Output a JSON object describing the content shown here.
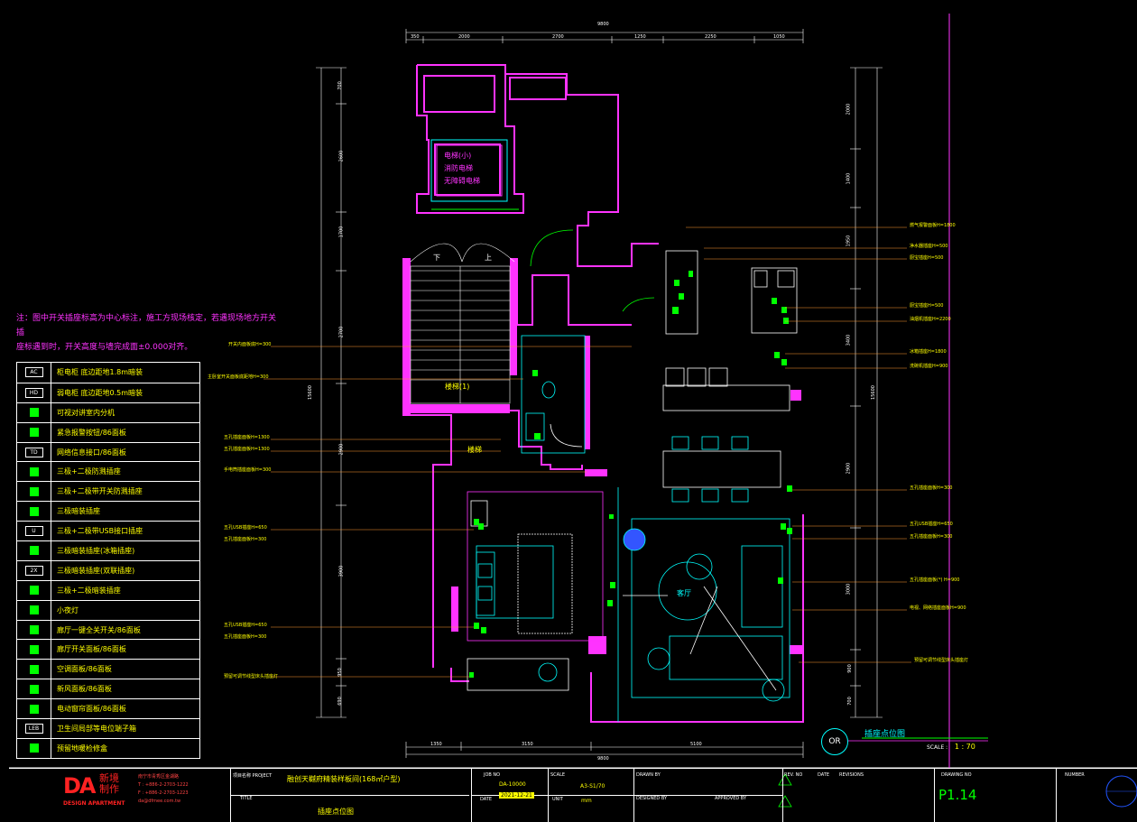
{
  "note": {
    "line1": "注：图中开关插座标高为中心标注，施工方现场核定，若遇现场地方开关插",
    "line2": "座标遇到时，开关高度与墙完成面±0.000对齐。"
  },
  "legend": [
    {
      "sym": "AC",
      "icon": "outlet-box-icon",
      "text": "柜电柜  底边距地1.8m暗装"
    },
    {
      "sym": "HD",
      "icon": "outlet-box-icon",
      "text": "弱电柜  底边距地0.5m暗装"
    },
    {
      "sym": "",
      "icon": "video-intercom-icon",
      "text": "可视对讲室内分机"
    },
    {
      "sym": "",
      "icon": "smoke-alarm-icon",
      "text": "紧急报警按钮/86面板"
    },
    {
      "sym": "TD",
      "icon": "network-outlet-icon",
      "text": "网络信息接口/86面板"
    },
    {
      "sym": "",
      "icon": "socket-icon",
      "text": "三极+二极防溅插座"
    },
    {
      "sym": "",
      "icon": "socket-icon",
      "text": "三极+二极带开关防溅插座"
    },
    {
      "sym": "",
      "icon": "socket-icon",
      "text": "三极暗装插座"
    },
    {
      "sym": "U",
      "icon": "usb-socket-icon",
      "text": "三极+二极带USB接口插座"
    },
    {
      "sym": "",
      "icon": "socket-icon",
      "text": "三极暗装插座(冰箱插座)"
    },
    {
      "sym": "2X",
      "icon": "socket-icon",
      "text": "三极暗装插座(双联插座)"
    },
    {
      "sym": "",
      "icon": "socket-icon",
      "text": "三极+二极暗装插座"
    },
    {
      "sym": "",
      "icon": "night-light-icon",
      "text": "小夜灯"
    },
    {
      "sym": "",
      "icon": "switch-icon",
      "text": "廊厅一键全关开关/86面板"
    },
    {
      "sym": "",
      "icon": "switch-icon",
      "text": "廊厅开关面板/86面板"
    },
    {
      "sym": "",
      "icon": "ac-panel-icon",
      "text": "空调面板/86面板"
    },
    {
      "sym": "",
      "icon": "fresh-air-panel-icon",
      "text": "新风面板/86面板"
    },
    {
      "sym": "",
      "icon": "curtain-panel-icon",
      "text": "电动窗帘面板/86面板"
    },
    {
      "sym": "LEB",
      "icon": "equipotential-icon",
      "text": "卫生间局部等电位端子箱"
    },
    {
      "sym": "",
      "icon": "floor-heating-icon",
      "text": "预留地暖检修盒"
    }
  ],
  "plan": {
    "top_total": "9800",
    "top_dims": [
      "350",
      "2000",
      "2700",
      "1250",
      "2250",
      "1050"
    ],
    "bottom_total": "9800",
    "bottom_dims": [
      "1350",
      "3150",
      "5100"
    ],
    "left_total": "15600",
    "left_dims": [
      "700",
      "2600",
      "1700",
      "2700",
      "2900",
      "3900",
      "950",
      "690"
    ],
    "right_total": "15600",
    "right_dims": [
      "2000",
      "1400",
      "1950",
      "3400",
      "2900",
      "3000",
      "900",
      "700"
    ],
    "elevator_label": [
      "电梯(小)",
      "消防电梯",
      "无障碍电梯"
    ],
    "stair_label": "楼梯(1)",
    "stair_label2": "楼梯",
    "stair_up": "上",
    "stair_down": "下",
    "living_label": "客厅"
  },
  "left_labels": [
    "开关内面板底H=300",
    "主卧室开关面板底距地H=300",
    "五孔插座面板H=1300",
    "五孔插座面板H=1300",
    "手电筒插座面板H=300",
    "五孔USB插座H=650",
    "五孔插座面板H=300",
    "五孔USB插座H=650",
    "五孔插座面板H=300",
    "预留可调节线型床头插座灯"
  ],
  "right_labels": [
    "燃气报警面板H=1800",
    "净水器插座H=500",
    "厨宝插座H=500",
    "厨宝插座H=500",
    "油烟机插座H=2200",
    "冰箱插座H=1800",
    "洗碗机插座H=900",
    "五孔插座面板H=300",
    "五孔USB插座H=650",
    "五孔插座面板H=300",
    "五孔插座面板(*) H=900",
    "电视、网络插座面板H=900",
    "预留可调节线型床头插座灯"
  ],
  "title_block": {
    "address": "南宁市青秀区金湖路",
    "phone1": "T : +886-2-2703-1222",
    "phone2": "F : +886-2-2703-1223",
    "email": "da@dfmee.com.tw",
    "logo_mark": "DA",
    "logo_cn": "新境制作",
    "logo_en": "DESIGN APARTMENT",
    "project_label": "项目名称 PROJECT",
    "project": "融创天樾府精装样板间(168㎡户型)",
    "title_label": "TITLE",
    "title": "插座点位图",
    "job_label": "JOB NO",
    "job": "DA-10000",
    "date_label": "DATE",
    "date": "2021-12-21",
    "scale_label": "SCALE",
    "scale": "A3-S1/70",
    "unit_label": "UNIT",
    "unit": "mm",
    "drawn_label": "DRAWN BY",
    "designed_label": "DESIGNED BY",
    "approved_label": "APPROVED BY",
    "rev_label": "REV. NO",
    "rev_date_label": "DATE",
    "revisions_label": "REVISIONS",
    "drawing_no_label": "DRAWING NO",
    "drawing_no": "P1.14",
    "number_label": "NUMBER"
  },
  "plan_title": {
    "or_mark": "OR",
    "title": "插座点位图",
    "scale_label": "SCALE",
    "scale_value": "1 : 70"
  }
}
